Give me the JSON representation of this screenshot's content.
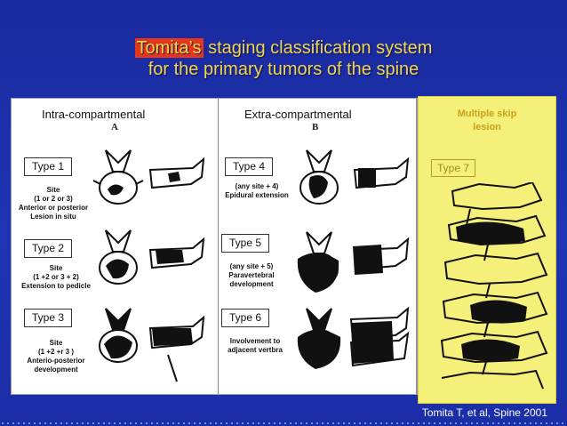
{
  "title": {
    "highlight": "Tomita’s",
    "rest_line1": " staging classification system",
    "line2": "for the primary tumors of the spine"
  },
  "panel": {
    "intra_label": "Intra-compartmental",
    "intra_sub": "A",
    "extra_label": "Extra-compartmental",
    "extra_sub": "B",
    "multi_label_1": "Multiple skip",
    "multi_label_2": "lesion"
  },
  "types": [
    {
      "label": "Type 1",
      "lines": [
        "Site",
        "(1 or 2 or 3)",
        "Anterior or posterior",
        "Lesion in situ"
      ]
    },
    {
      "label": "Type 2",
      "lines": [
        "Site",
        "(1 +2 or 3 + 2)",
        "Extension to pedicle"
      ]
    },
    {
      "label": "Type 3",
      "lines": [
        "Site",
        "(1 +2 +r 3 )",
        "Anterio-posterior",
        "development"
      ]
    },
    {
      "label": "Type 4",
      "lines": [
        "(any site + 4)",
        "Epidural extension"
      ]
    },
    {
      "label": "Type 5",
      "lines": [
        "(any site + 5)",
        "Paravertebral",
        "development"
      ]
    },
    {
      "label": "Type 6",
      "lines": [
        "Involvement to",
        "adjacent vertbra"
      ]
    },
    {
      "label": "Type 7"
    }
  ],
  "citation": "Tomita T,  et al, Spine  2001",
  "colors": {
    "background": "#1e34b4",
    "title_text": "#f4d64a",
    "title_highlight": "#e6361e",
    "multiple_panel": "#f5f07a"
  }
}
